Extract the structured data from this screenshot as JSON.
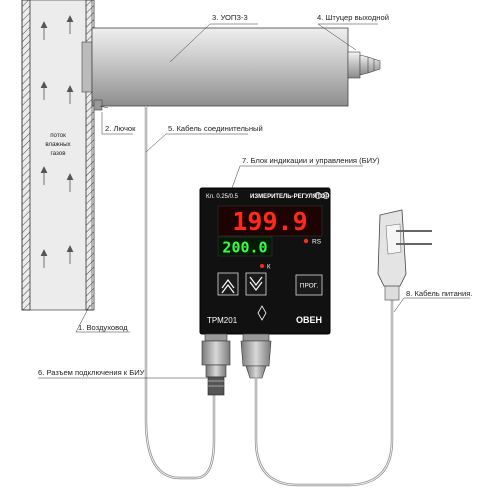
{
  "labels": {
    "sensor": "3. УОПЗ-3",
    "outlet": "4. Штуцер выходной",
    "hatch": "2. Лючок",
    "cable_connect": "5. Кабель соединительный",
    "unit": "7. Блок индикации и управления (БИУ)",
    "power_cable": "8. Кабель питания.",
    "duct": "1. Воздуховод",
    "connector": "6. Разъем подключения к БИУ"
  },
  "flow_text": [
    "поток",
    "влажных",
    "газов"
  ],
  "device": {
    "class_label": "Кл. 0.25/0.5",
    "title": "ИЗМЕРИТЕЛЬ-РЕГУЛЯТОР",
    "display_main": "199.9",
    "display_set": "200.0",
    "rs_label": "RS",
    "k_label": "К",
    "prog_label": "ПРОГ.",
    "model": "ТРМ201",
    "brand": "ОВЕН"
  },
  "colors": {
    "device_body": "#111111",
    "display_red": "#ff2a1a",
    "display_green": "#3cff4a",
    "duct_fill": "#ececec",
    "sensor_fill": "#c8c8c8"
  },
  "icons": {
    "up_button": "chevron-up-icon",
    "down_button": "chevron-down-icon",
    "flow_arrows": "arrow-up-icon",
    "power_plug": "power-plug-icon"
  }
}
